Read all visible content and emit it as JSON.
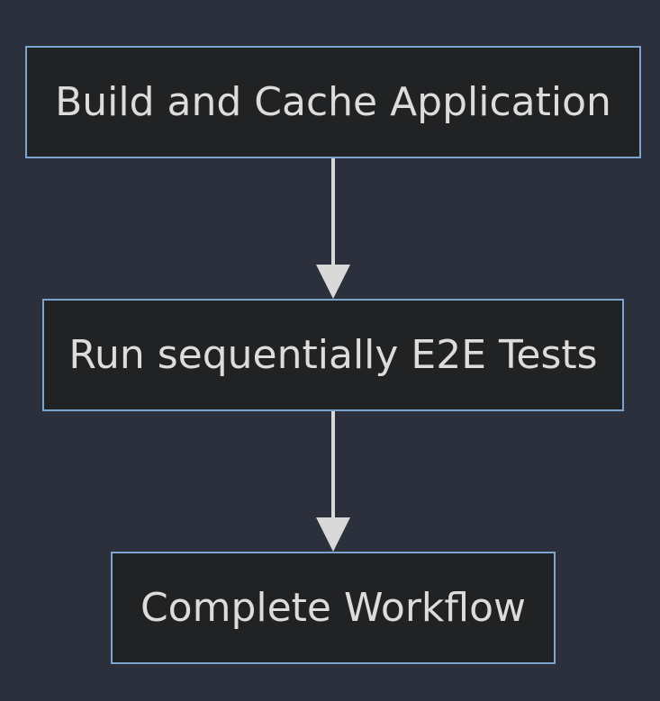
{
  "diagram": {
    "type": "flowchart",
    "direction": "top-to-bottom",
    "colors": {
      "background": "#2b303c",
      "node_fill": "#212223",
      "node_border": "#7ba4cf",
      "node_text": "#dcdcdc",
      "edge": "#d9d9d9"
    },
    "nodes": [
      {
        "id": "build",
        "label": "Build and Cache Application"
      },
      {
        "id": "e2e",
        "label": "Run sequentially E2E Tests"
      },
      {
        "id": "complete",
        "label": "Complete Workflow"
      }
    ],
    "edges": [
      {
        "from": "build",
        "to": "e2e"
      },
      {
        "from": "e2e",
        "to": "complete"
      }
    ]
  }
}
